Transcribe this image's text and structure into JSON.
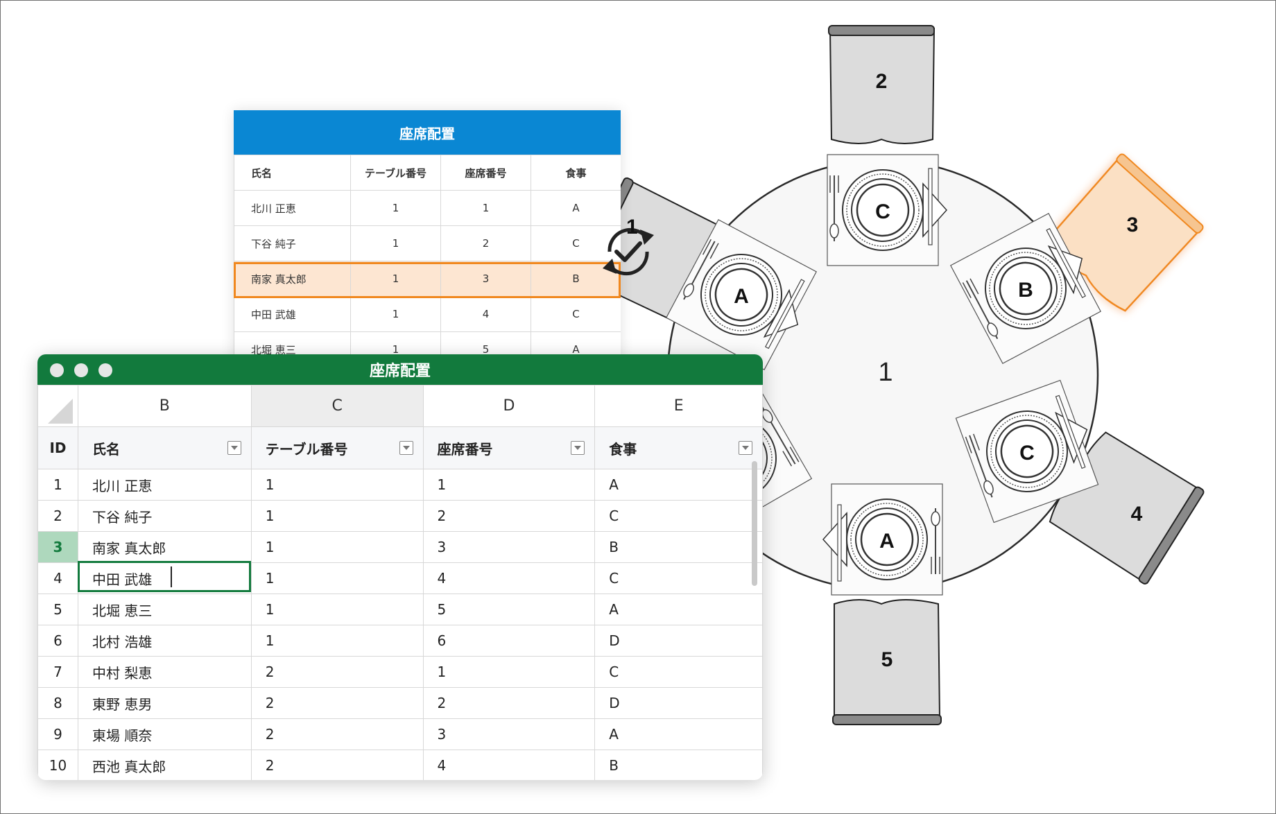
{
  "web_table": {
    "title": "座席配置",
    "headers": [
      "氏名",
      "テーブル番号",
      "座席番号",
      "食事"
    ],
    "rows": [
      [
        "北川 正恵",
        "1",
        "1",
        "A"
      ],
      [
        "下谷 純子",
        "1",
        "2",
        "C"
      ],
      [
        "南家 真太郎",
        "1",
        "3",
        "B"
      ],
      [
        "中田 武雄",
        "1",
        "4",
        "C"
      ],
      [
        "北堀 恵三",
        "1",
        "5",
        "A"
      ]
    ],
    "highlighted_row": 2,
    "highlight_color": "#f0881f",
    "header_color": "#0a87d3"
  },
  "spreadsheet": {
    "title": "座席配置",
    "accent_color": "#127a3d",
    "columns": [
      "B",
      "C",
      "D",
      "E"
    ],
    "active_column": "C",
    "id_header": "ID",
    "field_headers": [
      "氏名",
      "テーブル番号",
      "座席番号",
      "食事"
    ],
    "rows": [
      {
        "id": "1",
        "name": "北川 正恵",
        "table": "1",
        "seat": "1",
        "meal": "A"
      },
      {
        "id": "2",
        "name": "下谷 純子",
        "table": "1",
        "seat": "2",
        "meal": "C"
      },
      {
        "id": "3",
        "name": "南家 真太郎",
        "table": "1",
        "seat": "3",
        "meal": "B"
      },
      {
        "id": "4",
        "name": "中田 武雄",
        "table": "1",
        "seat": "4",
        "meal": "C"
      },
      {
        "id": "5",
        "name": "北堀 恵三",
        "table": "1",
        "seat": "5",
        "meal": "A"
      },
      {
        "id": "6",
        "name": "北村 浩雄",
        "table": "1",
        "seat": "6",
        "meal": "D"
      },
      {
        "id": "7",
        "name": "中村 梨恵",
        "table": "2",
        "seat": "1",
        "meal": "C"
      },
      {
        "id": "8",
        "name": "東野 恵男",
        "table": "2",
        "seat": "2",
        "meal": "D"
      },
      {
        "id": "9",
        "name": "東場 順奈",
        "table": "2",
        "seat": "3",
        "meal": "A"
      },
      {
        "id": "10",
        "name": "西池 真太郎",
        "table": "2",
        "seat": "4",
        "meal": "B"
      }
    ],
    "active_row_id": "3"
  },
  "seating_diagram": {
    "table_number": "1",
    "chairs": [
      "1",
      "2",
      "3",
      "4",
      "5"
    ],
    "highlighted_chair": "3",
    "place_settings": [
      "C",
      "B",
      "C",
      "A",
      "A"
    ],
    "sync_icon": "sync-check-icon"
  }
}
